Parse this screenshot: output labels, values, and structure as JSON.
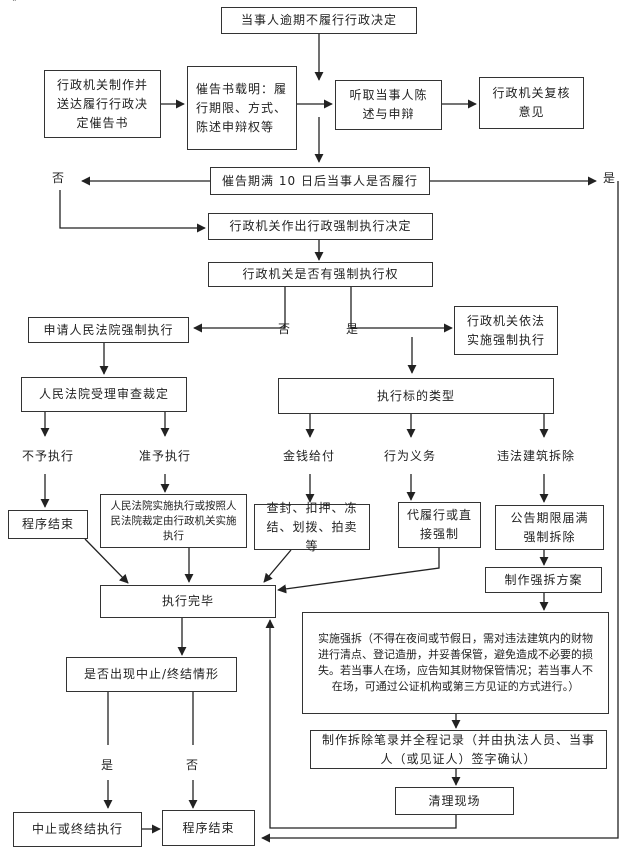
{
  "corner_mark": "\"",
  "nodes": {
    "n_overdue": "当事人逾期不履行行政决定",
    "n_serve_notice": "行政机关制作并送达履行行政决定催告书",
    "n_notice_content": "催告书载明：履行期限、方式、陈述申辩权等",
    "n_hear": "听取当事人陈述与申辩",
    "n_review": "行政机关复核意见",
    "n_expire": "催告期满 10 日后当事人是否履行",
    "n_decision": "行政机关作出行政强制执行决定",
    "n_power": "行政机关是否有强制执行权",
    "n_apply_court": "申请人民法院强制执行",
    "n_agency_exec": "行政机关依法实施强制执行",
    "n_court_review": "人民法院受理审查裁定",
    "n_target_type": "执行标的类型",
    "n_court_exec": "人民法院实施执行或按照人民法院裁定由行政机关实施执行",
    "n_seize": "查封、扣押、冻结、划拨、拍卖等",
    "n_substitute": "代履行或直接强制",
    "n_notice_demolish": "公告期限届满强制拆除",
    "n_end1": "程序结束",
    "n_plan": "制作强拆方案",
    "n_done": "执行完毕",
    "n_implement": "实施强拆（不得在夜间或节假日，需对违法建筑内的财物进行清点、登记造册，并妥善保管，避免造成不必要的损失。若当事人在场，应告知其财物保管情况；若当事人不在场，可通过公证机构或第三方见证的方式进行。）",
    "n_suspend_q": "是否出现中止/终结情形",
    "n_record": "制作拆除笔录并全程记录（并由执法人员、当事人（或见证人）签字确认）",
    "n_clean": "清理现场",
    "n_suspend": "中止或终结执行",
    "n_end2": "程序结束"
  },
  "labels": {
    "l_no1": "否",
    "l_yes1": "是",
    "l_no2": "否",
    "l_yes2": "是",
    "l_refuse": "不予执行",
    "l_allow": "准予执行",
    "l_money": "金钱给付",
    "l_act": "行为义务",
    "l_illegal": "违法建筑拆除",
    "l_yes3": "是",
    "l_no3": "否"
  }
}
